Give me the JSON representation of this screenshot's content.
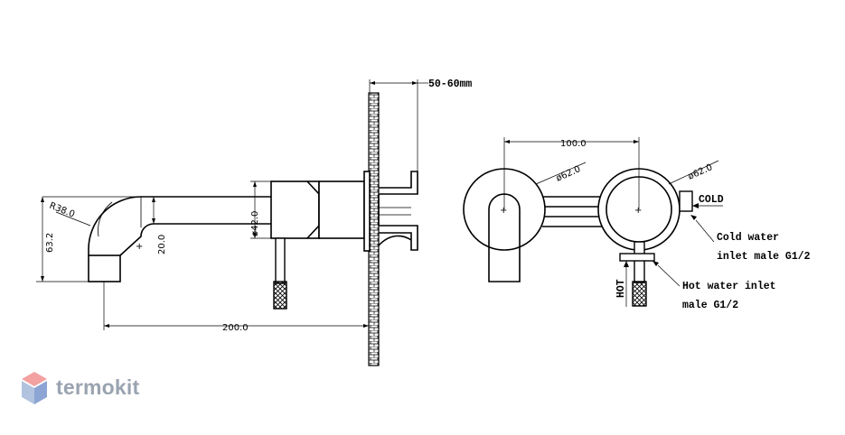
{
  "side_view": {
    "offset_label": "50-60mm",
    "radius_label": "R38.0",
    "height_label": "63.2",
    "spout_thickness_label": "20.0",
    "body_diameter_label": "ø42.0",
    "spout_length_label": "200.0"
  },
  "front_view": {
    "spacing_label": "100.0",
    "left_diameter_label": "ø62.0",
    "right_diameter_label": "ø62.0",
    "cold_label": "COLD",
    "hot_label": "HOT",
    "cold_inlet_line1": "Cold water",
    "cold_inlet_line2": "inlet male G1/2",
    "hot_inlet_line1": "Hot water inlet",
    "hot_inlet_line2": "male G1/2"
  },
  "brand": {
    "name": "termokit",
    "colors": {
      "top": "#f08a8a",
      "left": "#9fb4d8",
      "right": "#6f8fc9",
      "text": "#9aa3b0"
    }
  }
}
